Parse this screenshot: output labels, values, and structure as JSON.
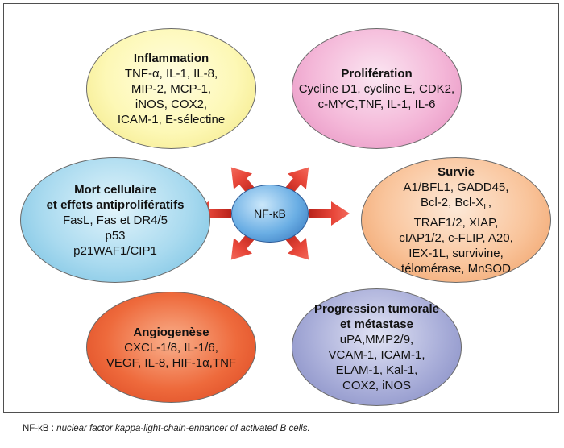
{
  "nfkb": "NF-κB",
  "inflammation": {
    "title": "Inflammation",
    "lines": [
      "TNF-α, IL-1, IL-8,",
      "MIP-2, MCP-1,",
      "iNOS, COX2,",
      "ICAM-1, E-sélectine"
    ]
  },
  "proliferation": {
    "title": "Prolifération",
    "lines": [
      "Cycline D1, cycline E, CDK2,",
      "c-MYC,TNF, IL-1, IL-6"
    ]
  },
  "mort": {
    "title1": "Mort cellulaire",
    "title2": "et effets antiprolifératifs",
    "lines": [
      "FasL, Fas et DR4/5",
      "p53",
      "p21WAF1/CIP1"
    ]
  },
  "survie": {
    "title": "Survie",
    "line1": "A1/BFL1, GADD45,",
    "line2_pre": "Bcl-2, Bcl-X",
    "line2_sub": "L",
    "line2_post": ",",
    "lines_rest": [
      "TRAF1/2, XIAP,",
      "cIAP1/2, c-FLIP, A20,",
      "IEX-1L, survivine,",
      "télomérase, MnSOD"
    ]
  },
  "angiogenese": {
    "title": "Angiogenèse",
    "lines": [
      "CXCL-1/8, IL-1/6,",
      "VEGF, IL-8, HIF-1α,TNF"
    ]
  },
  "progression": {
    "title1": "Progression tumorale",
    "title2": "et métastase",
    "lines": [
      "uPA,MMP2/9,",
      "VCAM-1, ICAM-1,",
      "ELAM-1, Kal-1,",
      "COX2, iNOS"
    ]
  },
  "footnote": {
    "term": "NF-κB : ",
    "definition": "nuclear factor kappa-light-chain-enhancer of activated B cells."
  },
  "colors": {
    "arrow": "#e23b2e",
    "frame": "#4f4f4f"
  }
}
